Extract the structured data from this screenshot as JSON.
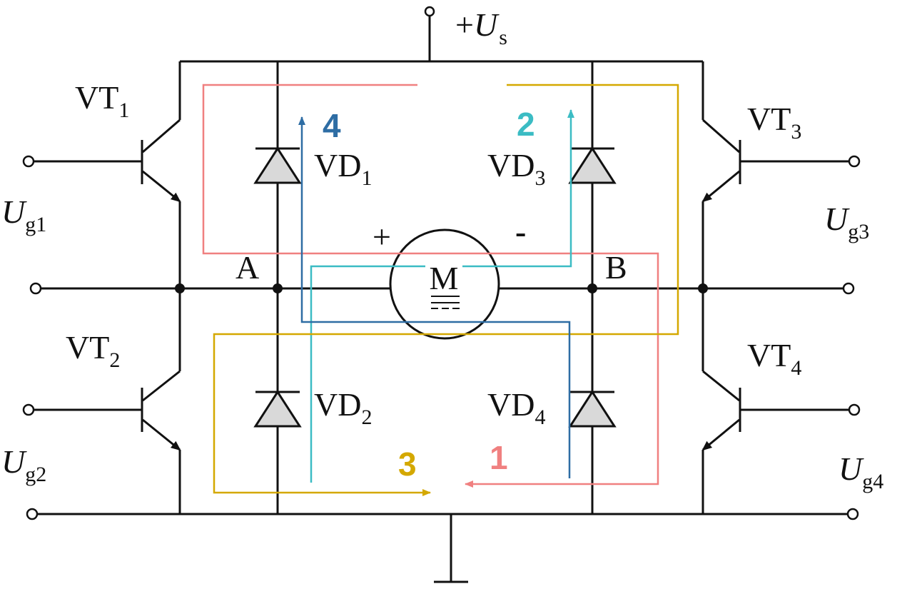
{
  "supply": {
    "plus": "+",
    "symbol": "U",
    "sub": "s"
  },
  "transistors": [
    {
      "name": "VT",
      "sub": "1"
    },
    {
      "name": "VT",
      "sub": "2"
    },
    {
      "name": "VT",
      "sub": "3"
    },
    {
      "name": "VT",
      "sub": "4"
    }
  ],
  "diodes": [
    {
      "name": "VD",
      "sub": "1"
    },
    {
      "name": "VD",
      "sub": "2"
    },
    {
      "name": "VD",
      "sub": "3"
    },
    {
      "name": "VD",
      "sub": "4"
    }
  ],
  "gates": [
    {
      "symbol": "U",
      "sub": "g1"
    },
    {
      "symbol": "U",
      "sub": "g2"
    },
    {
      "symbol": "U",
      "sub": "g3"
    },
    {
      "symbol": "U",
      "sub": "g4"
    }
  ],
  "nodes": {
    "a": "A",
    "b": "B"
  },
  "motor": {
    "label": "M",
    "plus": "+",
    "minus": "-"
  },
  "paths": [
    {
      "id": "1",
      "color": "#f08080"
    },
    {
      "id": "2",
      "color": "#3bbcc4"
    },
    {
      "id": "3",
      "color": "#d4a800"
    },
    {
      "id": "4",
      "color": "#2e6da4"
    }
  ]
}
